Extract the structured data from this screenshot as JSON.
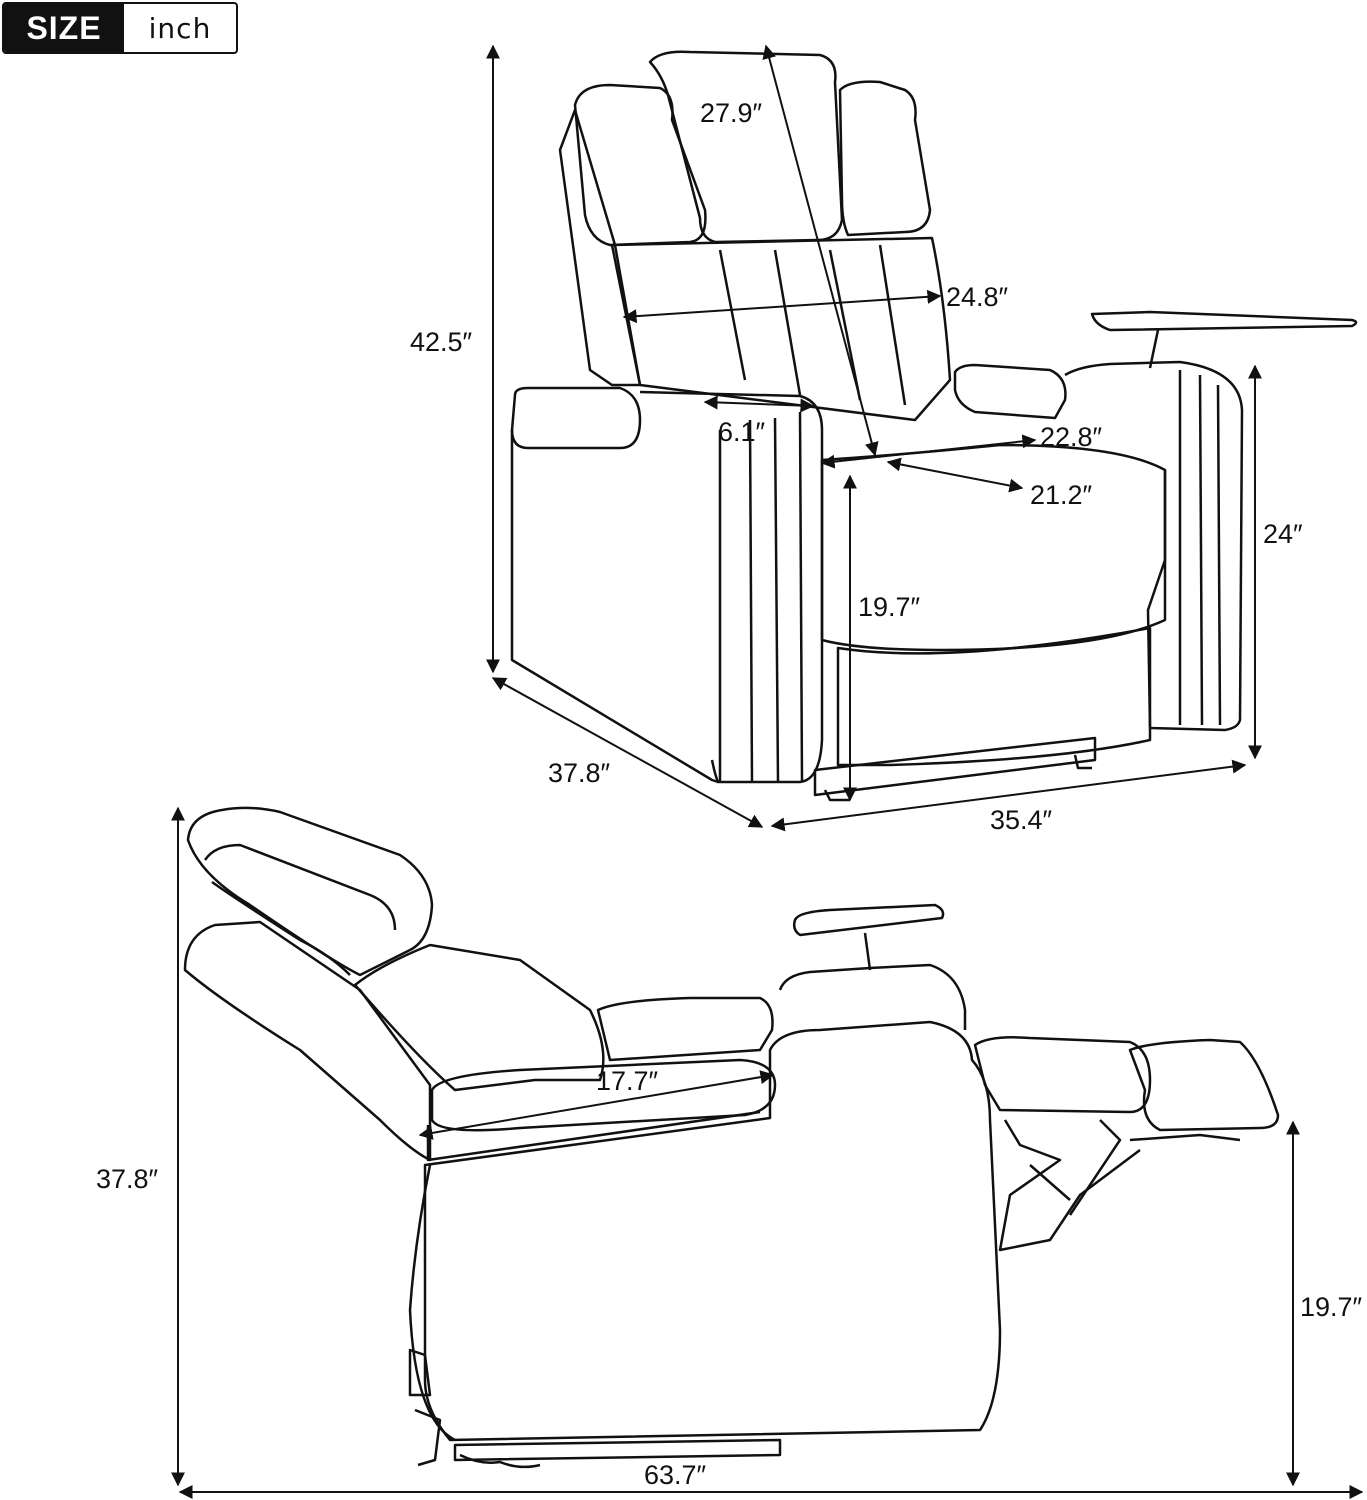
{
  "badge": {
    "label": "SIZE",
    "unit": "inch"
  },
  "upright_view": {
    "dimensions": {
      "overall_height": "42.5″",
      "headrest_diagonal": "27.9″",
      "backrest_width": "24.8″",
      "armrest_width": "6.1″",
      "seat_width": "22.8″",
      "seat_depth": "21.2″",
      "seat_height": "19.7″",
      "arm_height": "24″",
      "depth": "37.8″",
      "width": "35.4″"
    }
  },
  "reclined_view": {
    "dimensions": {
      "height": "37.8″",
      "arm_length": "17.7″",
      "footrest_height": "19.7″",
      "length": "63.7″"
    }
  },
  "colors": {
    "line": "#111111",
    "background": "#ffffff"
  }
}
